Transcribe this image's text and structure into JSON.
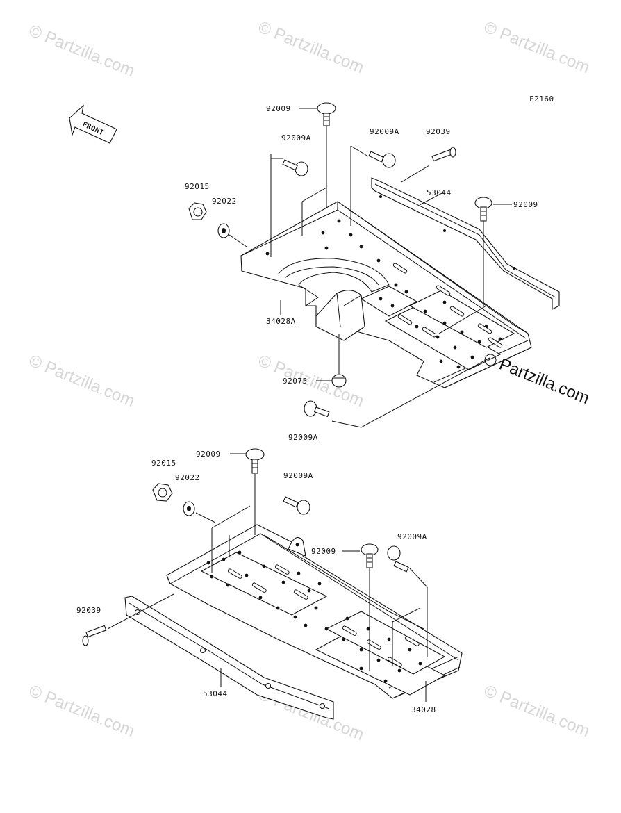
{
  "figure_id": "F2160",
  "front_arrow_label": "FRONT",
  "brand_mark": "Partzilla.com",
  "watermark_text": "© Partzilla.com",
  "upper_assembly": {
    "labels": {
      "l1": "92009",
      "l2": "92009A",
      "l3": "92009A",
      "l4": "92039",
      "l5": "92015",
      "l6": "92022",
      "l7": "53044",
      "l8": "92009",
      "l9": "34028A",
      "l10": "92075",
      "l11": "92009A"
    }
  },
  "lower_assembly": {
    "labels": {
      "l1": "92015",
      "l2": "92009",
      "l3": "92022",
      "l4": "92009A",
      "l5": "92009",
      "l6": "92009A",
      "l7": "92039",
      "l8": "53044",
      "l9": "34028"
    }
  }
}
